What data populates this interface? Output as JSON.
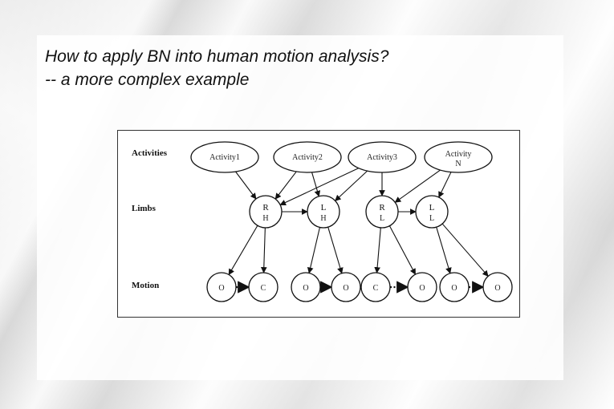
{
  "slide": {
    "title_line1": "How to apply BN into human motion analysis?",
    "title_line2": "-- a more complex example"
  },
  "diagram": {
    "row_labels": {
      "activities": "Activities",
      "limbs": "Limbs",
      "motion": "Motion"
    },
    "activities": [
      {
        "id": "a1",
        "line1": "Activity1",
        "line2": ""
      },
      {
        "id": "a2",
        "line1": "Activity2",
        "line2": ""
      },
      {
        "id": "a3",
        "line1": "Activity3",
        "line2": ""
      },
      {
        "id": "an",
        "line1": "Activity",
        "line2": "N"
      }
    ],
    "limbs": [
      {
        "id": "rh",
        "line1": "R",
        "line2": "H"
      },
      {
        "id": "lh",
        "line1": "L",
        "line2": "H"
      },
      {
        "id": "rl",
        "line1": "R",
        "line2": "L"
      },
      {
        "id": "ll",
        "line1": "L",
        "line2": "L"
      }
    ],
    "motion": [
      {
        "id": "m1",
        "label": "O"
      },
      {
        "id": "m2",
        "label": "C"
      },
      {
        "id": "m3",
        "label": "O"
      },
      {
        "id": "m4",
        "label": "O"
      },
      {
        "id": "m5",
        "label": "C"
      },
      {
        "id": "m6",
        "label": "O"
      },
      {
        "id": "m7",
        "label": "O"
      },
      {
        "id": "m8",
        "label": "O"
      }
    ],
    "edges": [
      [
        "a1",
        "rh"
      ],
      [
        "a2",
        "rh"
      ],
      [
        "a2",
        "lh"
      ],
      [
        "a3",
        "rh"
      ],
      [
        "a3",
        "lh"
      ],
      [
        "a3",
        "rl"
      ],
      [
        "an",
        "rl"
      ],
      [
        "an",
        "ll"
      ],
      [
        "rh",
        "lh"
      ],
      [
        "rl",
        "ll"
      ],
      [
        "rh",
        "m1"
      ],
      [
        "rh",
        "m2"
      ],
      [
        "lh",
        "m3"
      ],
      [
        "lh",
        "m4"
      ],
      [
        "rl",
        "m5"
      ],
      [
        "rl",
        "m6"
      ],
      [
        "ll",
        "m7"
      ],
      [
        "ll",
        "m8"
      ]
    ],
    "dotted_edges": [
      [
        "m1",
        "m2"
      ],
      [
        "m3",
        "m4"
      ],
      [
        "m5",
        "m6"
      ],
      [
        "m7",
        "m8"
      ]
    ]
  }
}
